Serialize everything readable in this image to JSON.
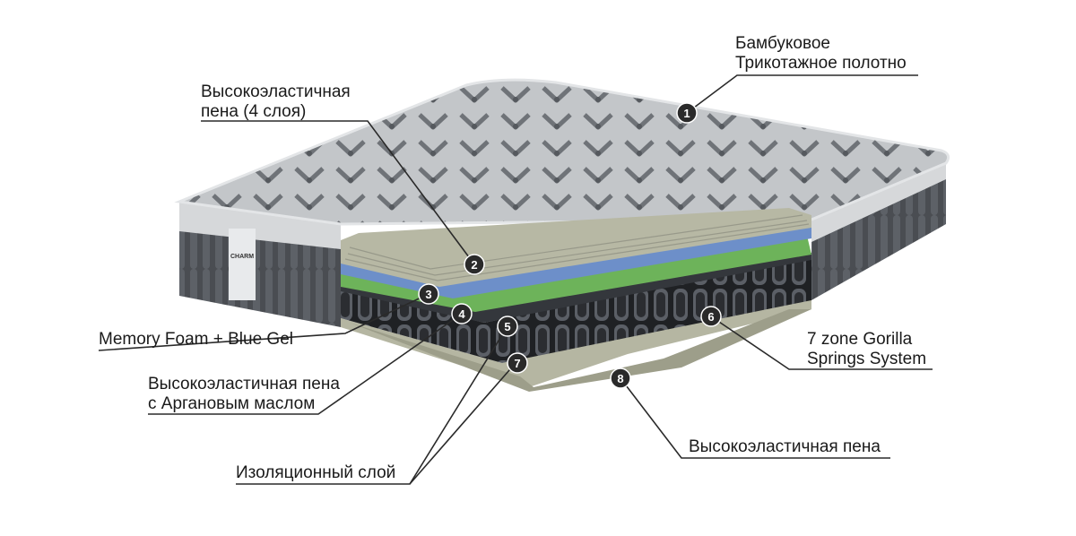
{
  "callouts": [
    {
      "number": "1",
      "lines": [
        "Бамбуковое",
        "Трикотажное полотно"
      ]
    },
    {
      "number": "2",
      "lines": [
        "Высокоэластичная",
        "пена (4 слоя)"
      ]
    },
    {
      "number": "3",
      "lines": [
        "Memory Foam + Blue Gel"
      ]
    },
    {
      "number": "4",
      "lines": [
        "Высокоэластичная пена",
        "с Аргановым маслом"
      ]
    },
    {
      "number": "5",
      "lines": [
        "Изоляционный слой"
      ]
    },
    {
      "number": "6",
      "lines": [
        "7 zone Gorilla",
        "Springs System"
      ]
    },
    {
      "number": "7",
      "lines": []
    },
    {
      "number": "8",
      "lines": [
        "Высокоэластичная пена"
      ]
    }
  ],
  "brand_label": "CHARM",
  "colors": {
    "knit_top": "#b9bcbf",
    "knit_pattern": "#6f7378",
    "side_fabric": "#4a4d52",
    "foam_beige": "#b7b8a4",
    "gel_blue": "#6d8fc9",
    "argan_green": "#6db35a",
    "spring_dark": "#2b2d31",
    "badge": "#2a2a2a"
  }
}
